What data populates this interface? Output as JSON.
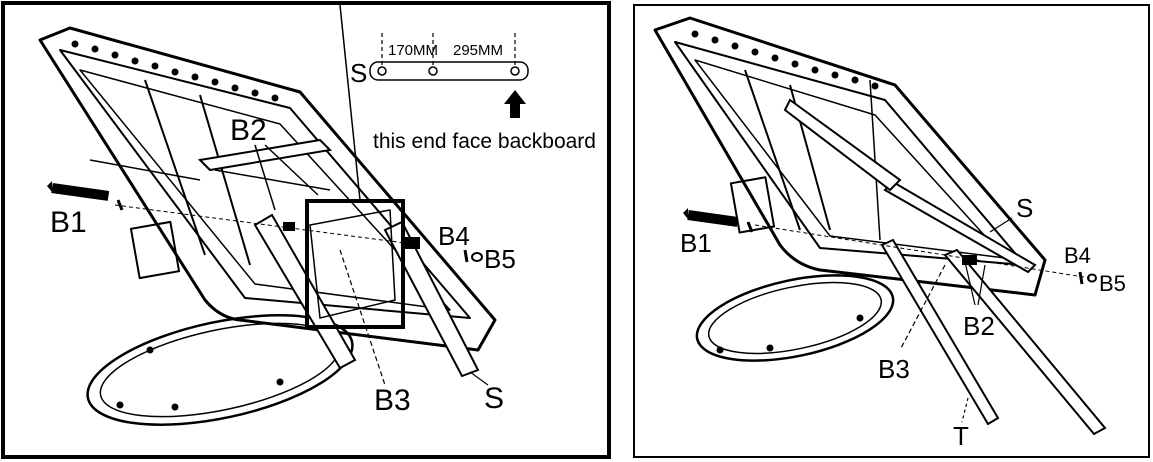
{
  "left_panel": {
    "labels": {
      "b1": "B1",
      "b2": "B2",
      "b3": "B3",
      "b4": "B4",
      "b5": "B5",
      "s_tube": "S",
      "s_inset": "S"
    },
    "inset": {
      "dim1": "170MM",
      "dim2": "295MM",
      "note": "this end face backboard"
    }
  },
  "right_panel": {
    "labels": {
      "b1": "B1",
      "b2": "B2",
      "b3": "B3",
      "b4": "B4",
      "b5": "B5",
      "s": "S",
      "t": "T"
    }
  },
  "icons": [
    "bolt-icon",
    "washer-icon",
    "nut-icon",
    "arrow-up-icon"
  ]
}
